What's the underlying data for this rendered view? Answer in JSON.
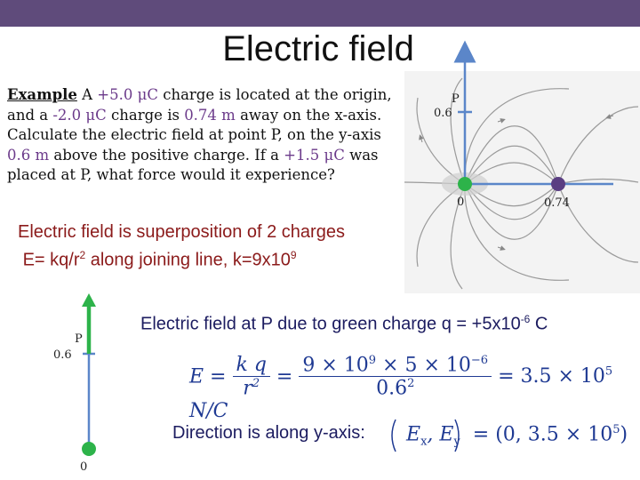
{
  "slide": {
    "title": "Electric field",
    "example": {
      "label": "Example",
      "text_1": " A ",
      "charge_1": "+5.0 μC",
      "text_2": " charge is located at the origin, and a ",
      "charge_2": "-2.0 μC",
      "text_3": " charge is ",
      "dist": "0.74 m",
      "text_4": " away on the x-axis. Calculate the electric field at point P, on the y-axis ",
      "height": "0.6 m",
      "text_5": " above the positive charge. If a ",
      "charge_3": "+1.5 μC",
      "text_6": " was placed at P, what force would it experience?"
    },
    "superposition": {
      "line1": "Electric field is superposition of 2 charges",
      "line2_a": "E= kq/r",
      "line2_exp": "2",
      "line2_b": " along joining line, k=9x10",
      "line2_exp2": "9"
    },
    "field_at_p": {
      "text": "Electric field at P due to green charge q = +5x10",
      "exp": "-6",
      "unit": " C"
    },
    "direction": {
      "text": "Direction is along y-axis:"
    },
    "equation": {
      "E": "E =",
      "kq": "k q",
      "r2": "r",
      "r2_exp": "2",
      "eq": "=",
      "num": "9 × 10",
      "num_exp1": "9",
      "num_mid": " × 5 × 10",
      "num_exp2": "−6",
      "den": "0.6",
      "den_exp": "2",
      "result": "= 3.5 × 10",
      "result_exp": "5",
      "result_unit": " N/C"
    },
    "vector": {
      "lhs": "(E",
      "lhs_sub_x": "x",
      "comma": ", E",
      "lhs_sub_y": "y",
      "rhs": ") = (0, 3.5 × 10",
      "rhs_exp": "5",
      "close": ")"
    },
    "diagram_top": {
      "p_label": "P",
      "y_label": "0.6",
      "origin_label": "0",
      "x_label": "0.74"
    },
    "diagram_bottom": {
      "p_label": "P",
      "y_label": "0.6",
      "origin_label": "0"
    },
    "colors": {
      "topbar": "#5f4b7b",
      "green_charge": "#2db34a",
      "purple_charge": "#5a3e82",
      "axis": "#5b86c9"
    }
  }
}
